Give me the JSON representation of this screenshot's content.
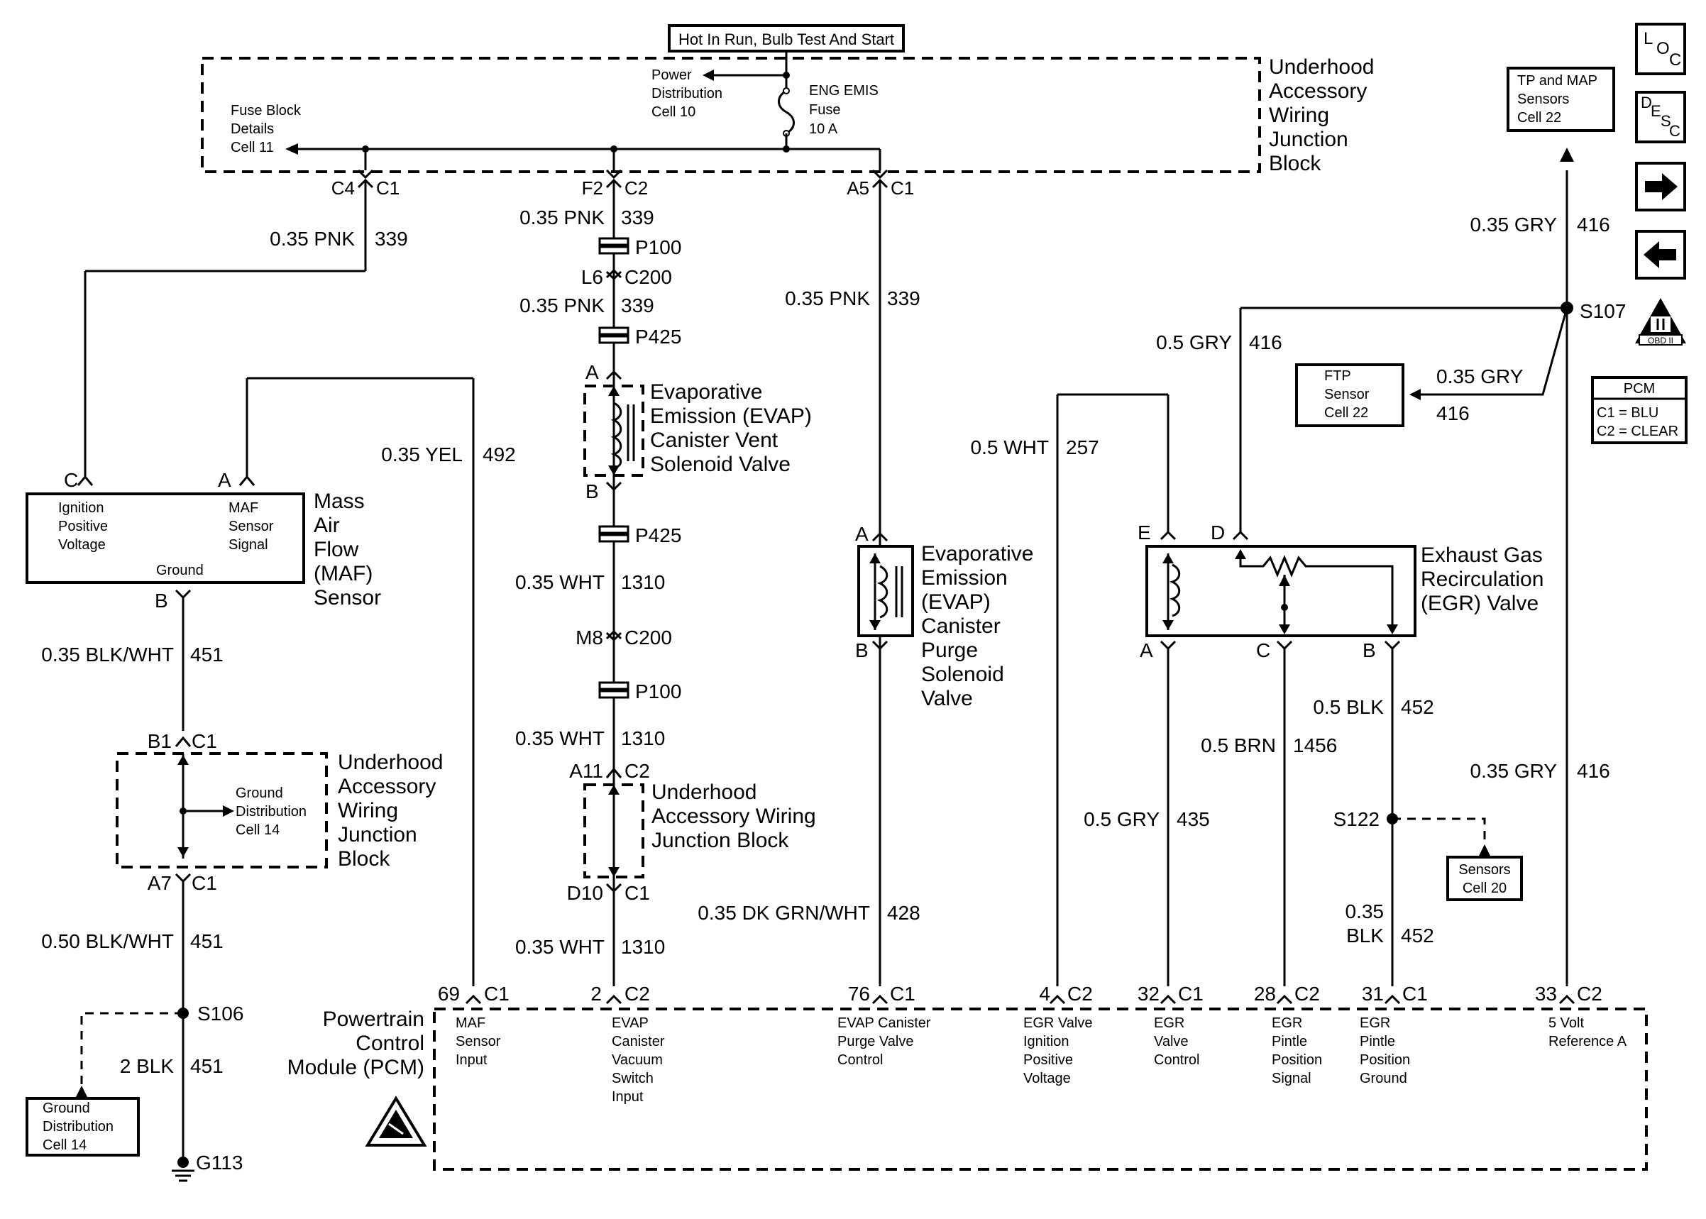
{
  "header": {
    "power_note": "Hot In Run, Bulb Test And Start"
  },
  "nav": {
    "loc_l": "L",
    "loc_o": "O",
    "loc_c": "C",
    "desc_d": "D",
    "desc_e": "E",
    "desc_s": "S",
    "desc_c": "C"
  },
  "refs": {
    "tp_map": [
      "TP and MAP",
      "Sensors",
      "Cell 22"
    ],
    "ftp": [
      "FTP",
      "Sensor",
      "Cell 22"
    ],
    "sensors20": [
      "Sensors",
      "Cell 20"
    ],
    "ground14": [
      "Ground",
      "Distribution",
      "Cell 14"
    ],
    "obd": "OBD II",
    "pcm_key": [
      "PCM",
      "C1 = BLU",
      "C2 = CLEAR"
    ]
  },
  "top_block": {
    "name": [
      "Underhood",
      "Accessory",
      "Wiring",
      "Junction",
      "Block"
    ],
    "power_dist": [
      "Power",
      "Distribution",
      "Cell 10"
    ],
    "fuse": [
      "ENG EMIS",
      "Fuse",
      "10 A"
    ],
    "fuse_details": [
      "Fuse Block",
      "Details",
      "Cell 11"
    ],
    "conn_left": [
      "C4",
      "C1"
    ],
    "conn_mid": [
      "F2",
      "C2"
    ],
    "conn_right": [
      "A5",
      "C1"
    ]
  },
  "maf": {
    "name": [
      "Mass",
      "Air",
      "Flow",
      "(MAF)",
      "Sensor"
    ],
    "pin_c": "C",
    "pin_a": "A",
    "pin_b": "B",
    "ign": [
      "Ignition",
      "Positive",
      "Voltage"
    ],
    "sig": [
      "MAF",
      "Sensor",
      "Signal"
    ],
    "ground": "Ground"
  },
  "gnd_block": {
    "name": [
      "Underhood",
      "Accessory",
      "Wiring",
      "Junction",
      "Block"
    ],
    "ref": [
      "Ground",
      "Distribution",
      "Cell 14"
    ],
    "top_conn": [
      "B1",
      "C1"
    ],
    "bot_conn": [
      "A7",
      "C1"
    ]
  },
  "splices": {
    "s106": "S106",
    "s107": "S107",
    "s122": "S122",
    "g113": "G113"
  },
  "vent": {
    "name": [
      "Evaporative",
      "Emission (EVAP)",
      "Canister Vent",
      "Solenoid Valve"
    ],
    "pin_a": "A",
    "pin_b": "B"
  },
  "mid_block": {
    "name": [
      "Underhood",
      "Accessory Wiring",
      "Junction Block"
    ],
    "top_conn": [
      "A11",
      "C2"
    ],
    "bot_conn": [
      "D10",
      "C1"
    ]
  },
  "purge": {
    "name": [
      "Evaporative",
      "Emission",
      "(EVAP)",
      "Canister",
      "Purge",
      "Solenoid",
      "Valve"
    ],
    "pin_a": "A",
    "pin_b": "B"
  },
  "egr": {
    "name": [
      "Exhaust Gas",
      "Recirculation",
      "(EGR) Valve"
    ],
    "pins": [
      "E",
      "D",
      "A",
      "C",
      "B"
    ]
  },
  "connectors": {
    "p100a": "P100",
    "c200a": [
      "L6",
      "C200"
    ],
    "p425a": "P425",
    "p425b": "P425",
    "c200b": [
      "M8",
      "C200"
    ],
    "p100b": "P100"
  },
  "wires": {
    "w1": [
      "0.35 PNK",
      "339"
    ],
    "w2": [
      "0.35 PNK",
      "339"
    ],
    "w3": [
      "0.35 PNK",
      "339"
    ],
    "w4": [
      "0.35 PNK",
      "339"
    ],
    "w5": [
      "0.35 YEL",
      "492"
    ],
    "w6": [
      "0.35 BLK/WHT",
      "451"
    ],
    "w7": [
      "0.50 BLK/WHT",
      "451"
    ],
    "w8": [
      "2 BLK",
      "451"
    ],
    "w9": [
      "0.35 WHT",
      "1310"
    ],
    "w10": [
      "0.35 WHT",
      "1310"
    ],
    "w11": [
      "0.35 WHT",
      "1310"
    ],
    "w12": [
      "0.35 DK GRN/WHT",
      "428"
    ],
    "w13": [
      "0.5 WHT",
      "257"
    ],
    "w14": [
      "0.5 GRY",
      "435"
    ],
    "w15": [
      "0.5 BRN",
      "1456"
    ],
    "w16": [
      "0.5 BLK",
      "452"
    ],
    "w17": [
      "0.35",
      "BLK",
      "452"
    ],
    "w18": [
      "0.5 GRY",
      "416"
    ],
    "w19": [
      "0.35 GRY",
      "416"
    ],
    "w20": [
      "0.35 GRY",
      "416"
    ],
    "w21": [
      "0.35 GRY",
      "416"
    ]
  },
  "pcm": {
    "name": [
      "Powertrain",
      "Control",
      "Module (PCM)"
    ],
    "pins": [
      {
        "num": "69",
        "conn": "C1",
        "label": [
          "MAF",
          "Sensor",
          "Input"
        ]
      },
      {
        "num": "2",
        "conn": "C2",
        "label": [
          "EVAP",
          "Canister",
          "Vacuum",
          "Switch",
          "Input"
        ]
      },
      {
        "num": "76",
        "conn": "C1",
        "label": [
          "EVAP Canister",
          "Purge Valve",
          "Control"
        ]
      },
      {
        "num": "4",
        "conn": "C2",
        "label": [
          "EGR Valve",
          "Ignition",
          "Positive",
          "Voltage"
        ]
      },
      {
        "num": "32",
        "conn": "C1",
        "label": [
          "EGR",
          "Valve",
          "Control"
        ]
      },
      {
        "num": "28",
        "conn": "C2",
        "label": [
          "EGR",
          "Pintle",
          "Position",
          "Signal"
        ]
      },
      {
        "num": "31",
        "conn": "C1",
        "label": [
          "EGR",
          "Pintle",
          "Position",
          "Ground"
        ]
      },
      {
        "num": "33",
        "conn": "C2",
        "label": [
          "5 Volt",
          "Reference A"
        ]
      }
    ]
  }
}
